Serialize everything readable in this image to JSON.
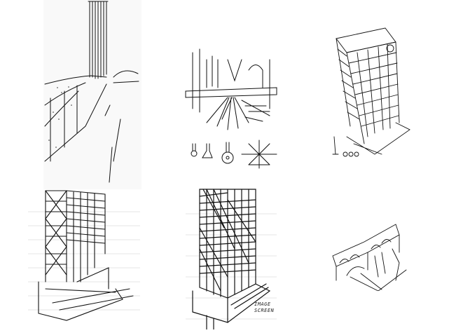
{
  "page": {
    "background": "#ffffff",
    "ink_color": "#111111",
    "layout": "3 columns x 2 rows of ink sketches"
  },
  "sketches": [
    {
      "id": 1,
      "subject": "tall-tower-street-perspective",
      "position": "top-left"
    },
    {
      "id": 2,
      "subject": "interior-with-hanging-structure-and-glyphs",
      "position": "top-center"
    },
    {
      "id": 3,
      "subject": "gridded-tower-axonometric",
      "position": "top-right"
    },
    {
      "id": 4,
      "subject": "cross-braced-tower-axonometric",
      "position": "bottom-left"
    },
    {
      "id": 5,
      "subject": "dense-hatched-tower-axonometric",
      "position": "bottom-center"
    },
    {
      "id": 6,
      "subject": "arcaded-building-fragment",
      "position": "bottom-right"
    }
  ],
  "annotations": {
    "sketch5_note_line1": "IMAGE",
    "sketch5_note_line2": "SCREEN"
  }
}
